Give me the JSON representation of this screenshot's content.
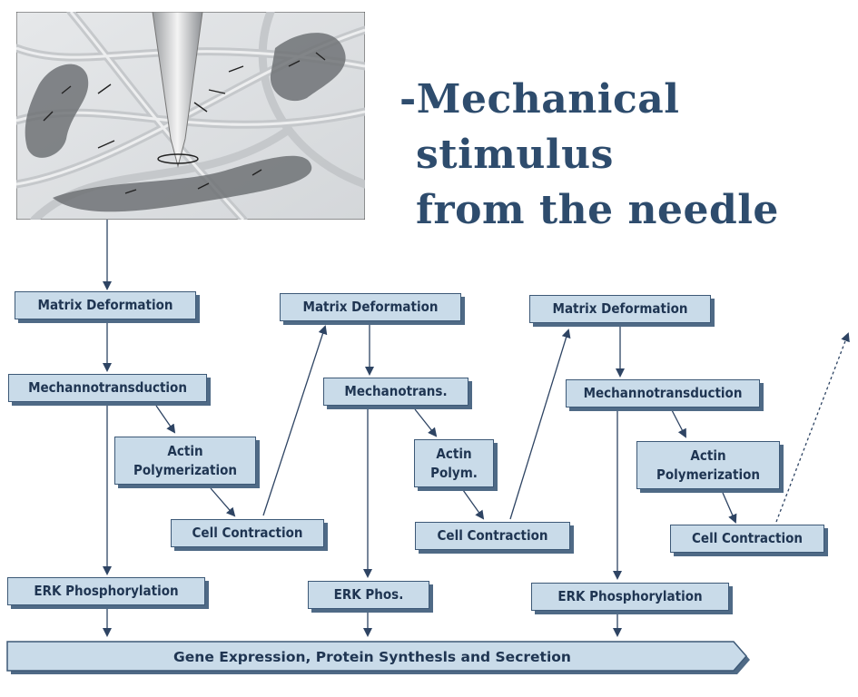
{
  "title": {
    "line1": "-Mechanical",
    "line2": "stimulus",
    "line3": "from the needle"
  },
  "illustration": {
    "description_icon": "needle-stimulus-icon"
  },
  "flow": {
    "col1": {
      "matrix": "Matrix Deformation",
      "mechano": "Mechannotransduction",
      "actin": "Actin\nPolymerization",
      "contraction": "Cell Contraction",
      "erk": "ERK Phosphorylation"
    },
    "col2": {
      "matrix": "Matrix Deformation",
      "mechano": "Mechanotrans.",
      "actin": "Actin\nPolym.",
      "contraction": "Cell Contraction",
      "erk": "ERK Phos."
    },
    "col3": {
      "matrix": "Matrix Deformation",
      "mechano": "Mechannotransduction",
      "actin": "Actin\nPolymerization",
      "contraction": "Cell Contraction",
      "erk": "ERK Phosphorylation"
    },
    "outcome": "Gene Expression, Protein Synthesls and Secretion"
  },
  "colors": {
    "box_fill": "#c9dbe9",
    "box_border": "#3d5977",
    "text": "#1f3552",
    "title": "#2e4c6d"
  }
}
